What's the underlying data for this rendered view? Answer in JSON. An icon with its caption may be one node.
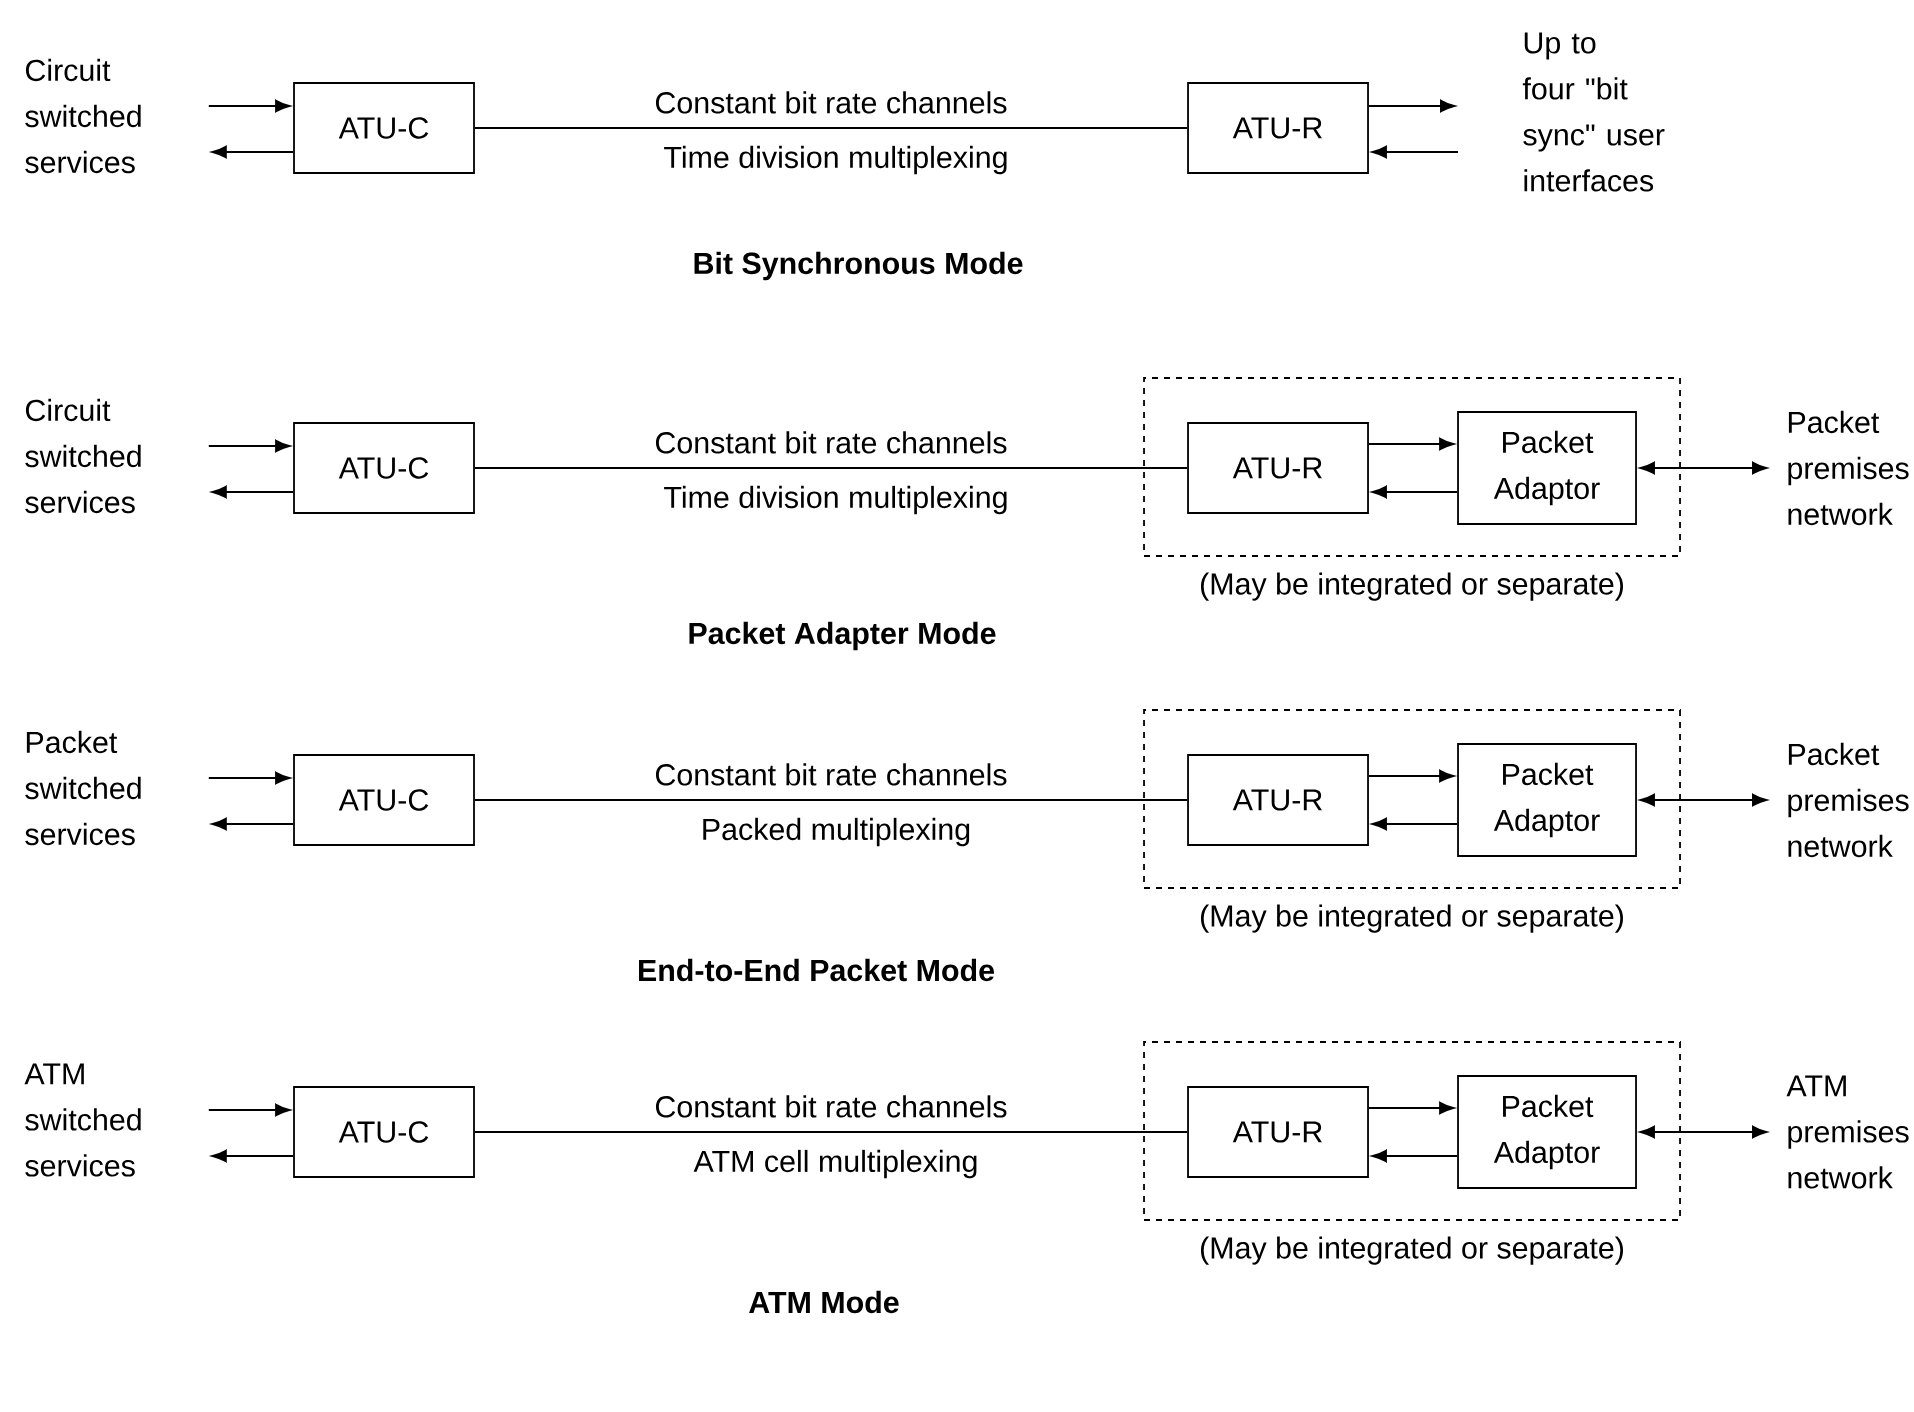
{
  "diagram": {
    "nodes": [
      {
        "text": [
          "Circuit switched services"
        ]
      },
      {
        "text": [
          "ATU-C"
        ]
      },
      {
        "text": [
          "ATU-R"
        ]
      },
      {
        "text": [
          "Up to four \"bit sync\" user interfaces"
        ]
      },
      {
        "text": [
          "Circuit switched services"
        ]
      },
      {
        "text": [
          "ATU-C"
        ]
      },
      {
        "text": [
          "(May be integrated or separate)"
        ]
      },
      {
        "text": [
          "ATU-R"
        ],
        "in": 6
      },
      {
        "text": [
          "Packet Adaptor"
        ],
        "in": 6
      },
      {
        "text": [
          "Packet premises network"
        ]
      },
      {
        "text": [
          "Packet switched services"
        ]
      },
      {
        "text": [
          "ATU-C"
        ]
      },
      {
        "text": [
          "(May be integrated or separate)"
        ]
      },
      {
        "text": [
          "ATU-R"
        ],
        "in": 12
      },
      {
        "text": [
          "Packet Adaptor"
        ],
        "in": 12
      },
      {
        "text": [
          "Packet premises network"
        ]
      },
      {
        "text": [
          "ATM switched services"
        ]
      },
      {
        "text": [
          "ATU-C"
        ]
      },
      {
        "text": [
          "(May be integrated or separate)"
        ]
      },
      {
        "text": [
          "ATU-R"
        ],
        "in": 18
      },
      {
        "text": [
          "Packet Adaptor"
        ],
        "in": 18
      },
      {
        "text": [
          "ATM premises network"
        ]
      }
    ],
    "edges": [
      {
        "from": 0,
        "to": 1,
        "arrow": "to"
      },
      {
        "from": 1,
        "to": 0,
        "arrow": "to"
      },
      {
        "from": 1,
        "to": 2,
        "arrow": "none",
        "label": "Constant bit rate channels"
      },
      {
        "from": 2,
        "to": 3,
        "arrow": "to"
      },
      {
        "from": 3,
        "to": 2,
        "arrow": "to"
      },
      {
        "from": 4,
        "to": 5,
        "arrow": "to"
      },
      {
        "from": 5,
        "to": 4,
        "arrow": "to"
      },
      {
        "from": 5,
        "to": 7,
        "arrow": "none",
        "label": "Constant bit rate channels"
      },
      {
        "from": 7,
        "to": 8,
        "arrow": "to"
      },
      {
        "from": 8,
        "to": 7,
        "arrow": "to"
      },
      {
        "from": 8,
        "to": 9,
        "arrow": "both"
      },
      {
        "from": 10,
        "to": 11,
        "arrow": "to"
      },
      {
        "from": 11,
        "to": 10,
        "arrow": "to"
      },
      {
        "from": 11,
        "to": 13,
        "arrow": "none",
        "label": "Constant bit rate channels"
      },
      {
        "from": 13,
        "to": 14,
        "arrow": "to"
      },
      {
        "from": 14,
        "to": 13,
        "arrow": "to"
      },
      {
        "from": 14,
        "to": 15,
        "arrow": "both"
      },
      {
        "from": 16,
        "to": 17,
        "arrow": "to"
      },
      {
        "from": 17,
        "to": 16,
        "arrow": "to"
      },
      {
        "from": 17,
        "to": 19,
        "arrow": "none",
        "label": "Constant bit rate channels"
      },
      {
        "from": 19,
        "to": 20,
        "arrow": "to"
      },
      {
        "from": 20,
        "to": 19,
        "arrow": "to"
      },
      {
        "from": 20,
        "to": 21,
        "arrow": "both"
      }
    ],
    "labels": [
      "Time division multiplexing",
      "Bit Synchronous Mode",
      "Time division multiplexing",
      "Packet Adapter Mode",
      "Packed multiplexing",
      "End-to-End Packet Mode",
      "ATM cell multiplexing",
      "ATM Mode"
    ]
  }
}
